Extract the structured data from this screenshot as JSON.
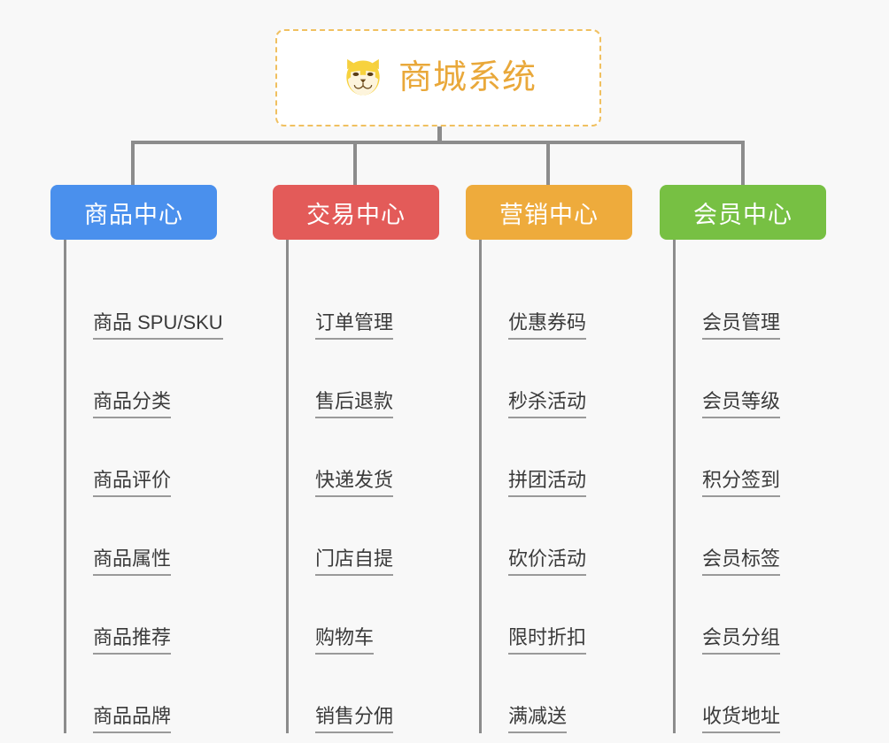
{
  "root": {
    "title": "商城系统",
    "icon": "shiba-dog-icon",
    "border_color": "#f0c060",
    "text_color": "#e9a83a",
    "background": "#ffffff"
  },
  "canvas": {
    "background": "#f8f8f8",
    "connector_color": "#8c8c8c",
    "item_line_color": "#9a9a9a",
    "item_text_color": "#3a3a3a"
  },
  "columns": [
    {
      "title": "商品中心",
      "color": "#4a90ed",
      "items": [
        "商品 SPU/SKU",
        "商品分类",
        "商品评价",
        "商品属性",
        "商品推荐",
        "商品品牌"
      ]
    },
    {
      "title": "交易中心",
      "color": "#e35b59",
      "items": [
        "订单管理",
        "售后退款",
        "快递发货",
        "门店自提",
        "购物车",
        "销售分佣"
      ]
    },
    {
      "title": "营销中心",
      "color": "#eeab3c",
      "items": [
        "优惠券码",
        "秒杀活动",
        "拼团活动",
        "砍价活动",
        "限时折扣",
        "满减送"
      ]
    },
    {
      "title": "会员中心",
      "color": "#77c043",
      "items": [
        "会员管理",
        "会员等级",
        "积分签到",
        "会员标签",
        "会员分组",
        "收货地址"
      ]
    }
  ]
}
